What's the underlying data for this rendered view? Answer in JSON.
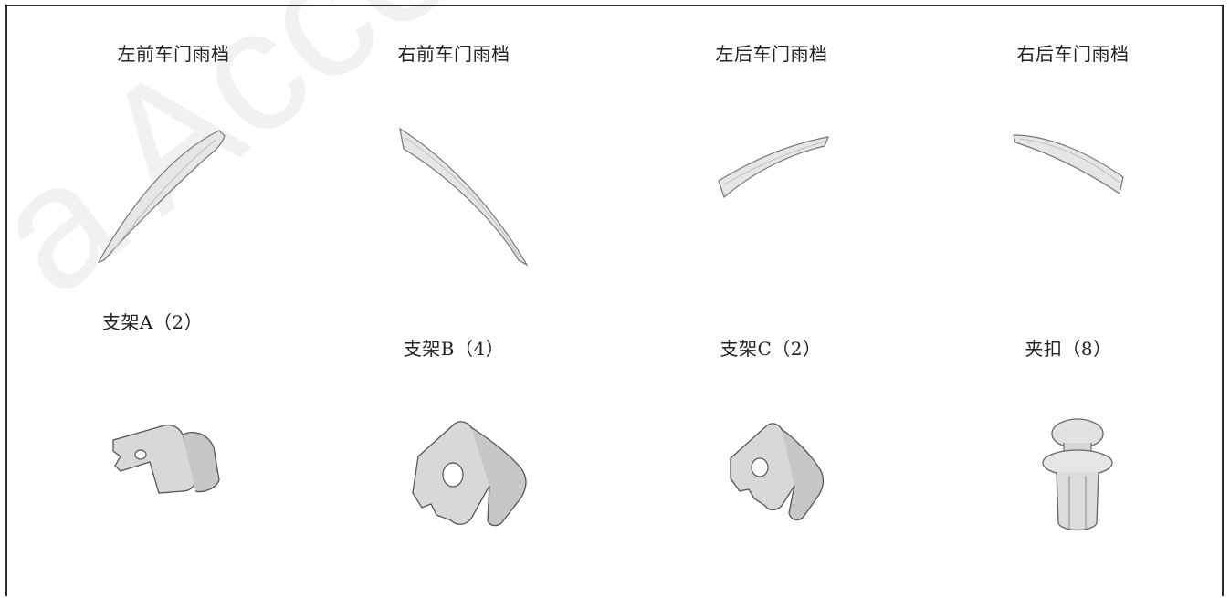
{
  "parts": {
    "row1": [
      {
        "label": "左前车门雨档"
      },
      {
        "label": "右前车门雨档"
      },
      {
        "label": "左后车门雨档"
      },
      {
        "label": "右后车门雨档"
      }
    ],
    "row2": [
      {
        "label": "支架A（2）"
      },
      {
        "label": "支架B（4）"
      },
      {
        "label": "支架C（2）"
      },
      {
        "label": "夹扣（8）"
      }
    ]
  },
  "watermark": {
    "text": "a Access"
  },
  "colors": {
    "border": "#2b2b2b",
    "part_fill": "#e4e4e4",
    "part_stroke": "#6a6a6a",
    "watermark": "#dcdcdc"
  }
}
